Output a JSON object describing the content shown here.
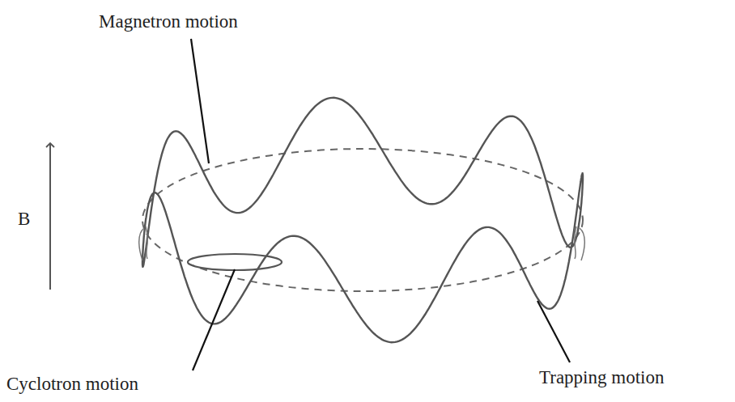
{
  "diagram": {
    "labels": [
      "Magnetron motion",
      "B",
      "Cyclotron motion",
      "Trapping motion"
    ]
  }
}
